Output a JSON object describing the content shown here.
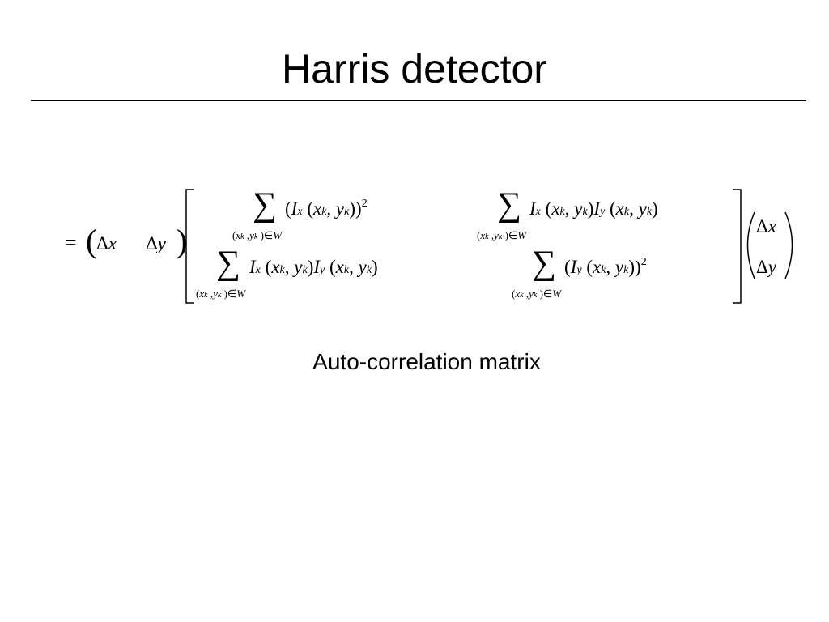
{
  "slide": {
    "title": "Harris detector",
    "caption": "Auto-correlation matrix"
  },
  "equation": {
    "equals": "=",
    "row_vector": [
      "Δx",
      "Δy"
    ],
    "column_vector": [
      "Δx",
      "Δy"
    ],
    "sum_symbol": "∑",
    "summation_index": "(x_k, y_k) ∈ W",
    "matrix": [
      [
        "(I_x(x_k, y_k))^2",
        "I_x(x_k, y_k) I_y(x_k, y_k)"
      ],
      [
        "I_x(x_k, y_k) I_y(x_k, y_k)",
        "(I_y(x_k, y_k))^2"
      ]
    ]
  }
}
